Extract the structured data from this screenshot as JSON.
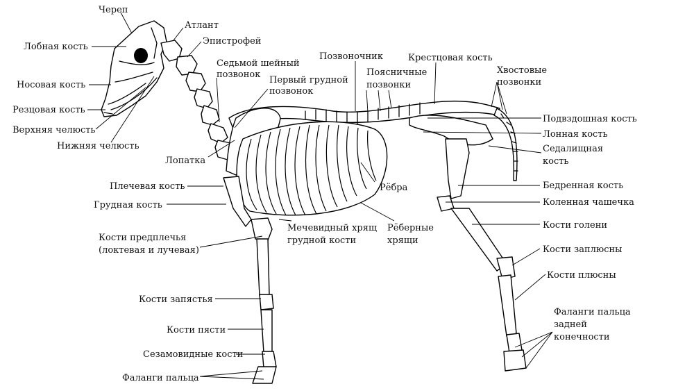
{
  "labels": {
    "skull": "Череп",
    "frontal": "Лобная кость",
    "atlas": "Атлант",
    "axis": "Эпистрофей",
    "c7_line1": "Седьмой шейный",
    "c7_line2": "позвонок",
    "t1_line1": "Первый грудной",
    "t1_line2": "позвонок",
    "nasal": "Носовая кость",
    "incisive": "Резцовая кость",
    "maxilla": "Верхняя челюсть",
    "mandible": "Нижняя челюсть",
    "spine": "Позвоночник",
    "lumbar_line1": "Поясничные",
    "lumbar_line2": "позвонки",
    "sacrum": "Крестцовая кость",
    "tail_line1": "Хвостовые",
    "tail_line2": "позвонки",
    "ilium": "Подвздошная кость",
    "pubis": "Лонная кость",
    "ischium_line1": "Седалищная",
    "ischium_line2": "кость",
    "scapula": "Лопатка",
    "ribs": "Рёбра",
    "femur": "Бедренная кость",
    "humerus": "Плечевая кость",
    "sternum": "Грудная кость",
    "patella": "Коленная чашечка",
    "forearm_line1": "Кости предплечья",
    "forearm_line2": "(локтевая и лучевая)",
    "xiphoid_line1": "Мечевидный хрящ",
    "xiphoid_line2": "грудной кости",
    "costal_line1": "Рёберные",
    "costal_line2": "хрящи",
    "tibia": "Кости голени",
    "tarsus": "Кости заплюсны",
    "metatarsus": "Кости плюсны",
    "carpus": "Кости запястья",
    "hind_phal_line1": "Фаланги пальца",
    "hind_phal_line2": "задней",
    "hind_phal_line3": "конечности",
    "metacarpus": "Кости пясти",
    "sesamoid": "Сезамовидные кости",
    "phalanges": "Фаланги пальца"
  }
}
